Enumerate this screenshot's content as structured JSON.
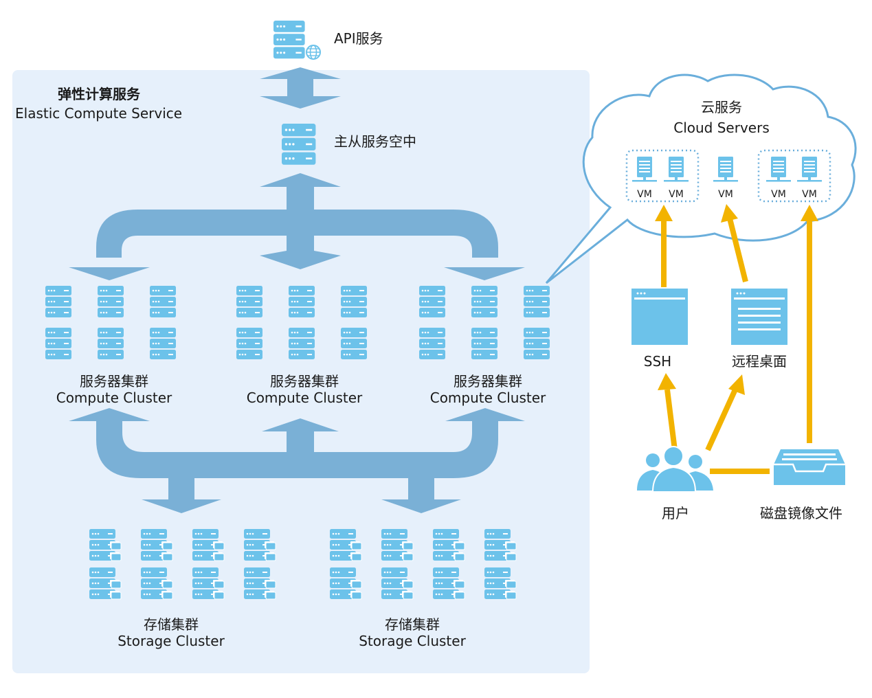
{
  "api": {
    "label": "API服务"
  },
  "ecs": {
    "title_cn": "弹性计算服务",
    "title_en": "Elastic Compute Service"
  },
  "master": {
    "label": "主从服务空中"
  },
  "compute_clusters": [
    {
      "cn": "服务器集群",
      "en": "Compute Cluster"
    },
    {
      "cn": "服务器集群",
      "en": "Compute Cluster"
    },
    {
      "cn": "服务器集群",
      "en": "Compute Cluster"
    }
  ],
  "storage_clusters": [
    {
      "cn": "存储集群",
      "en": "Storage Cluster"
    },
    {
      "cn": "存储集群",
      "en": "Storage Cluster"
    }
  ],
  "cloud": {
    "title_cn": "云服务",
    "title_en": "Cloud Servers",
    "vm_labels": [
      "VM",
      "VM",
      "VM",
      "VM",
      "VM"
    ]
  },
  "access": {
    "ssh": "SSH",
    "remote_desktop": "远程桌面"
  },
  "users": {
    "label": "用户"
  },
  "disk_image": {
    "label": "磁盘镜像文件"
  },
  "colors": {
    "panel_bg": "#e6f0fb",
    "server_blue": "#6cc2ea",
    "arrow_blue": "#7ab0d6",
    "cloud_stroke": "#6aaedb",
    "connector_yellow": "#f2b300"
  }
}
